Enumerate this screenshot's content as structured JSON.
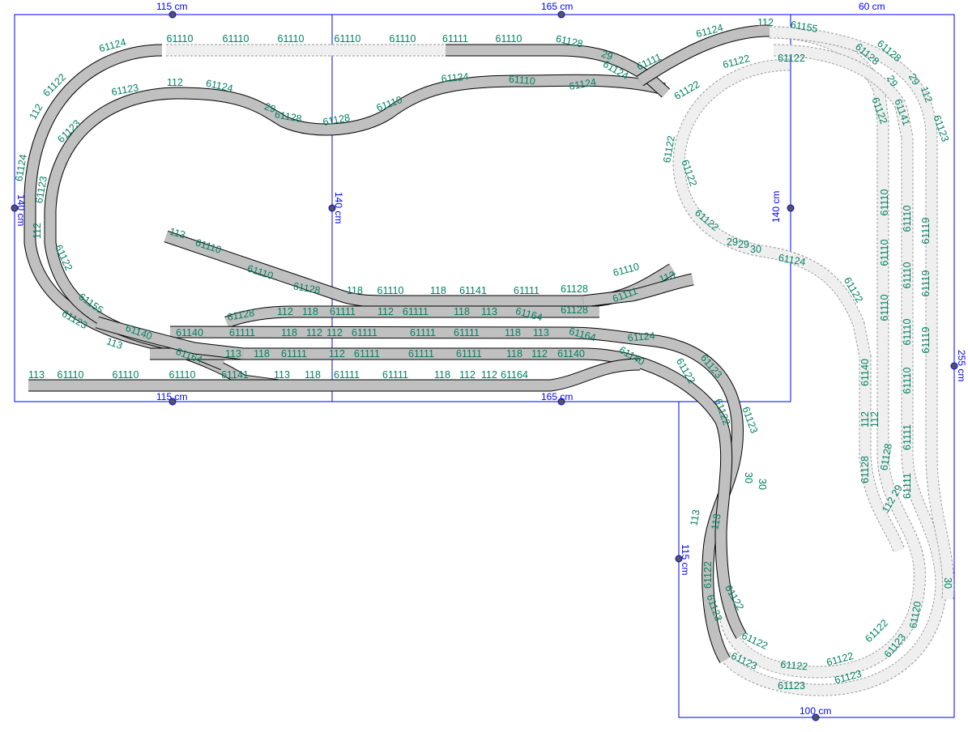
{
  "dimensions": [
    "115 cm",
    "165 cm",
    "60 cm",
    "140 cm",
    "140 cm",
    "140 cm",
    "115 cm",
    "165 cm",
    "255 cm",
    "115 cm",
    "100 cm"
  ],
  "track_labels": [
    "61124",
    "61110",
    "61110",
    "61110",
    "61110",
    "61110",
    "61111",
    "61110",
    "61128",
    "29",
    "61124",
    "61111",
    "61124",
    "112",
    "61155",
    "61122",
    "112",
    "61124",
    "61123",
    "61123",
    "112",
    "61122",
    "61155",
    "61123",
    "61140",
    "113",
    "61123",
    "112",
    "61124",
    "29",
    "61128",
    "61128",
    "61110",
    "61124",
    "61110",
    "61124",
    "113",
    "61110",
    "61110",
    "61128",
    "118",
    "61110",
    "118",
    "61141",
    "61111",
    "61128",
    "61110",
    "113",
    "61111",
    "61128",
    "61128",
    "112",
    "118",
    "61111",
    "112",
    "61111",
    "118",
    "113",
    "61164",
    "61140",
    "61111",
    "118",
    "112",
    "112",
    "61111",
    "61111",
    "61111",
    "118",
    "113",
    "61164",
    "61124",
    "61164",
    "113",
    "118",
    "61111",
    "112",
    "61111",
    "61111",
    "61111",
    "118",
    "112",
    "61140",
    "61140",
    "61123",
    "113",
    "61110",
    "61110",
    "61110",
    "61141",
    "113",
    "118",
    "61111",
    "61111",
    "118",
    "112",
    "112",
    "61164",
    "61122",
    "61122",
    "61123",
    "30",
    "30",
    "113",
    "113",
    "61122",
    "61122",
    "61123",
    "61122",
    "61123",
    "61122",
    "61123",
    "61122",
    "61123",
    "61122",
    "61123",
    "30",
    "61120",
    "61122",
    "61122",
    "61122",
    "61122",
    "61122",
    "61122",
    "29",
    "29",
    "30",
    "61124",
    "61122",
    "61140",
    "112",
    "112",
    "61128",
    "61128",
    "112 29",
    "61128",
    "61128",
    "29",
    "29",
    "112",
    "61123",
    "61141",
    "61122",
    "61110",
    "61110",
    "61110",
    "61110",
    "61110",
    "61110",
    "61110",
    "61111",
    "61111",
    "61119",
    "61119",
    "61119"
  ],
  "colors": {
    "dimension": "#0000ff",
    "label": "#008060",
    "track": "#c0c0c0",
    "track_planned": "#efefef"
  }
}
